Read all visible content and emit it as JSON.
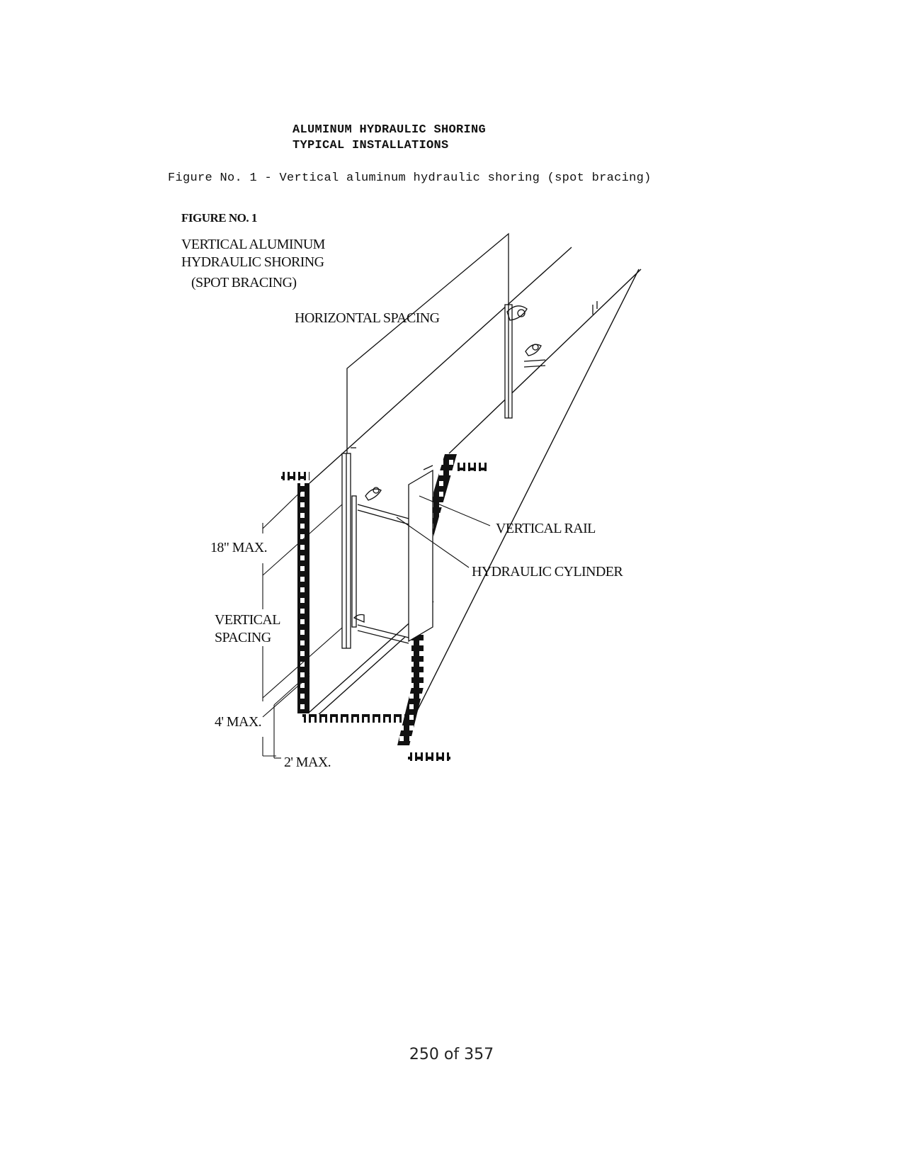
{
  "header": {
    "title_line1": "ALUMINUM HYDRAULIC SHORING",
    "title_line2": "TYPICAL INSTALLATIONS"
  },
  "caption": "Figure No. 1 - Vertical aluminum hydraulic shoring (spot bracing)",
  "figure": {
    "label": "FIGURE NO. 1",
    "title_lines": [
      "VERTICAL ALUMINUM",
      "HYDRAULIC SHORING",
      "(SPOT BRACING)"
    ],
    "callouts": {
      "horizontal_spacing": "HORIZONTAL SPACING",
      "vertical_rail": "VERTICAL RAIL",
      "hydraulic_cylinder": "HYDRAULIC CYLINDER",
      "max_18": "18\" MAX.",
      "vertical_spacing": [
        "VERTICAL",
        "SPACING"
      ],
      "max_4": "4' MAX.",
      "max_2": "2' MAX."
    }
  },
  "footer": {
    "page_number": "250 of 357"
  }
}
